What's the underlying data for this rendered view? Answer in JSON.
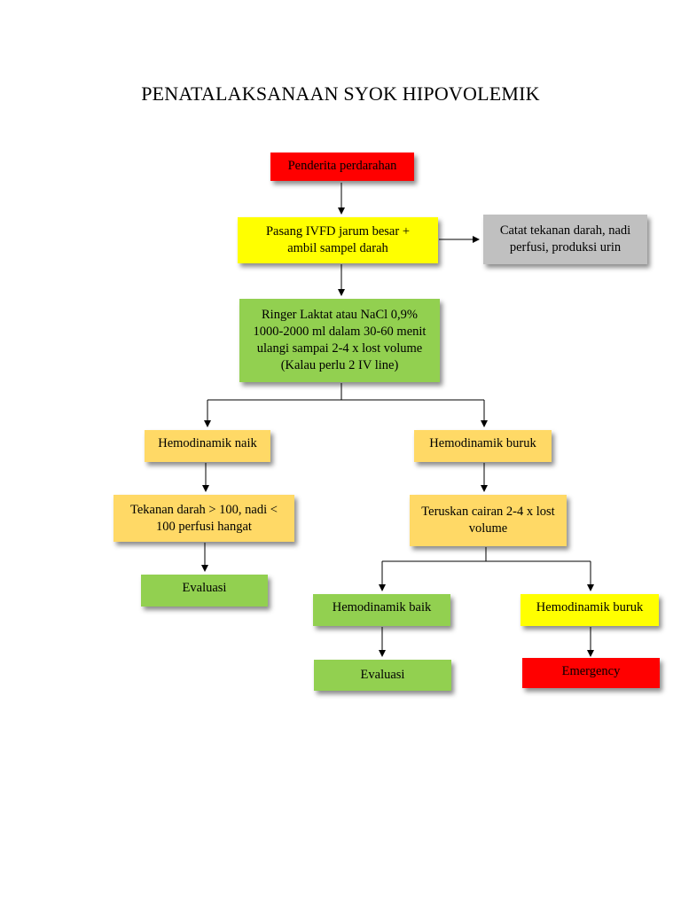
{
  "title": "PENATALAKSANAAN SYOK HIPOVOLEMIK",
  "colors": {
    "red": "#ff0000",
    "yellow": "#ffff00",
    "grey": "#c0c0c0",
    "green": "#92d050",
    "orange": "#ffd966"
  },
  "nodes": {
    "bleeding_patient": "Penderita perdarahan",
    "install_ivfd": "Pasang IVFD jarum besar + ambil sampel darah",
    "record_vitals": "Catat tekanan darah, nadi perfusi, produksi urin",
    "fluid_therapy": "Ringer Laktat atau NaCl 0,9% 1000-2000 ml dalam 30-60 menit ulangi sampai 2-4 x lost volume (Kalau perlu 2 IV line)",
    "hemo_up": "Hemodinamik naik",
    "hemo_bad_1": "Hemodinamik buruk",
    "bp_status": "Tekanan darah > 100, nadi < 100 perfusi hangat",
    "continue_fluid": "Teruskan cairan 2-4 x lost volume",
    "evaluation_1": "Evaluasi",
    "hemo_good": "Hemodinamik baik",
    "hemo_bad_2": "Hemodinamik buruk",
    "evaluation_2": "Evaluasi",
    "emergency": "Emergency"
  }
}
